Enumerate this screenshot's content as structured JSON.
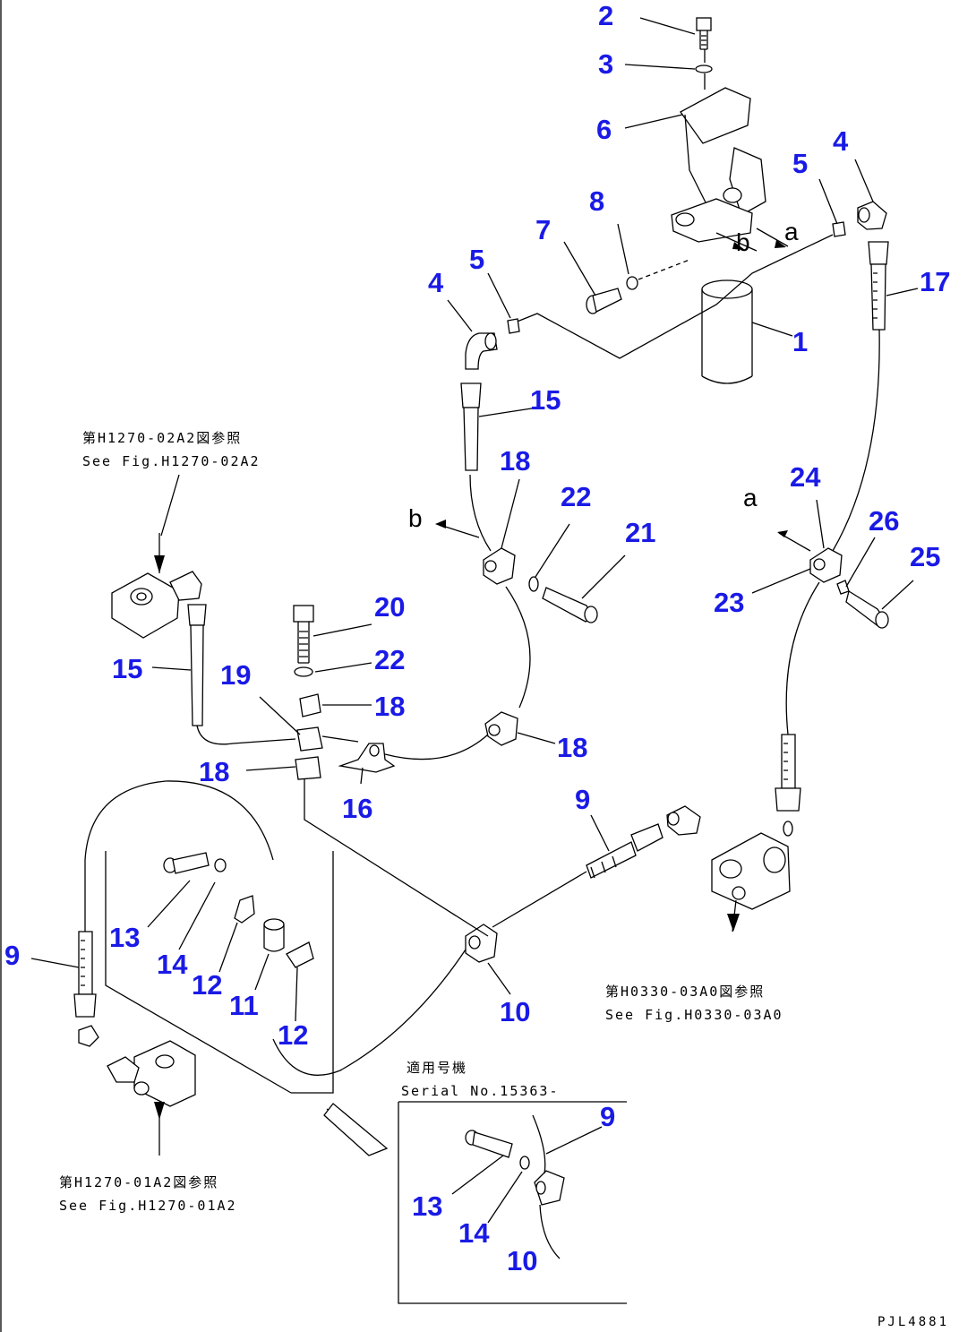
{
  "callouts": {
    "c2": "2",
    "c3": "3",
    "c6": "6",
    "c4a": "4",
    "c5a": "5",
    "c8": "8",
    "c7": "7",
    "c5b": "5",
    "c4b": "4",
    "c17": "17",
    "c1": "1",
    "c15a": "15",
    "c18a": "18",
    "c22a": "22",
    "c21": "21",
    "c24": "24",
    "c26": "26",
    "c25": "25",
    "c23": "23",
    "c20": "20",
    "c22b": "22",
    "c19": "19",
    "c18b": "18",
    "c15b": "15",
    "c18c": "18",
    "c18d": "18",
    "c16": "16",
    "c9a": "9",
    "c13a": "13",
    "c14a": "14",
    "c12a": "12",
    "c11": "11",
    "c12b": "12",
    "c9b": "9",
    "c10a": "10",
    "c9c": "9",
    "c13b": "13",
    "c14b": "14",
    "c10b": "10"
  },
  "view_letters": {
    "a_top": "a",
    "b_top": "b",
    "b_left": "b",
    "a_right": "a"
  },
  "notes": {
    "ref1_jp": "第H1270-02A2図参照",
    "ref1_en": "See Fig.H1270-02A2",
    "ref2_jp": "第H0330-03A0図参照",
    "ref2_en": "See Fig.H0330-03A0",
    "ref3_jp": "第H1270-01A2図参照",
    "ref3_en": "See Fig.H1270-01A2",
    "serial_jp": "適用号機",
    "serial_en": "Serial No.15363-"
  },
  "drawing_code": "PJL4881",
  "colors": {
    "callout": "#1a1ae6",
    "line": "#000000",
    "background": "#ffffff"
  }
}
